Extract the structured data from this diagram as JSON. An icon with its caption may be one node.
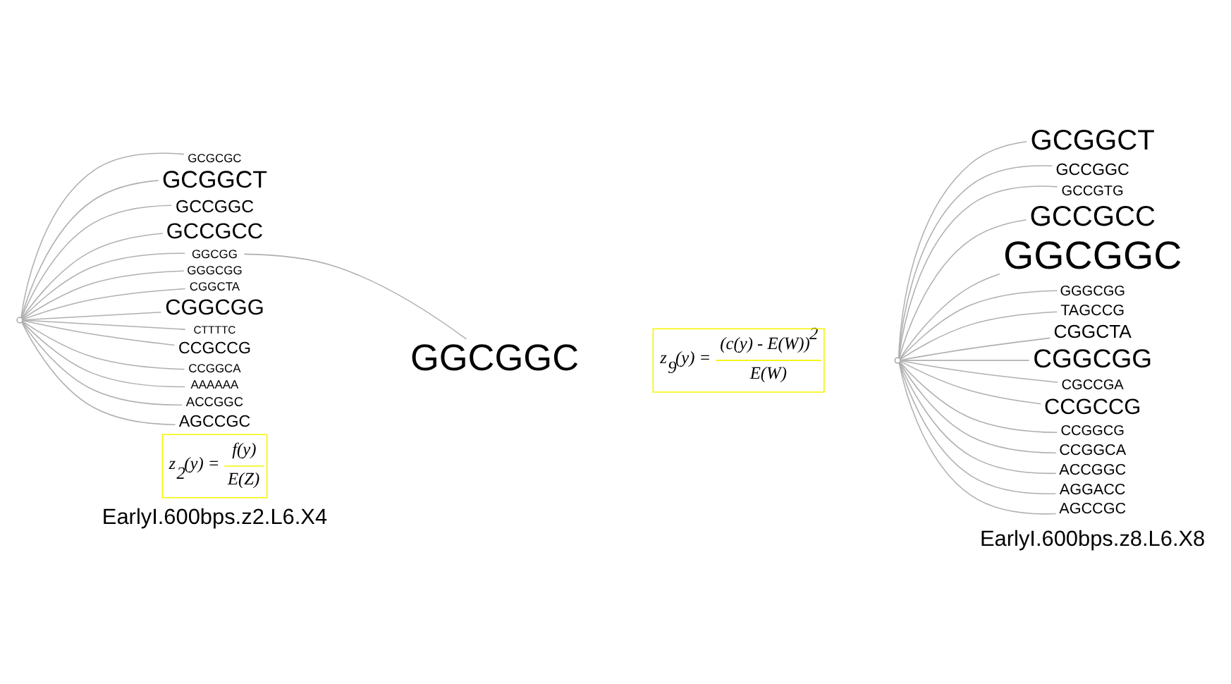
{
  "diagram": {
    "nodes": [
      {
        "text": [],
        "shape": "circle"
      },
      {
        "text": [
          "GCGCGC"
        ]
      },
      {
        "text": [
          "GCGGCT"
        ]
      },
      {
        "text": [
          "GCCGGC"
        ]
      },
      {
        "text": [
          "GCCGCC"
        ]
      },
      {
        "text": [
          "GGCGG"
        ]
      },
      {
        "text": [
          "GGCGGC"
        ]
      },
      {
        "text": [
          "GGGCGG"
        ]
      },
      {
        "text": [
          "CGGCTA"
        ]
      },
      {
        "text": [
          "CGGCGG"
        ]
      },
      {
        "text": [
          "CTTTTC"
        ]
      },
      {
        "text": [
          "CCGCCG"
        ]
      },
      {
        "text": [
          "CCGGCA"
        ]
      },
      {
        "text": [
          "AAAAAA"
        ]
      },
      {
        "text": [
          "ACCGGC"
        ]
      },
      {
        "text": [
          "AGCCGC"
        ]
      },
      {
        "text": [
          "z$_{2}$(y) =",
          "f(y)",
          "E(Z)"
        ]
      },
      {
        "text": [],
        "shape": "circle"
      },
      {
        "text": [
          "GCGGCT"
        ]
      },
      {
        "text": [
          "GCCGGC"
        ]
      },
      {
        "text": [
          "GCCGTG"
        ]
      },
      {
        "text": [
          "GCCGCC"
        ]
      },
      {
        "text": [
          "GGCGGC"
        ]
      },
      {
        "text": [
          "GGGCGG"
        ]
      },
      {
        "text": [
          "TAGCCG"
        ]
      },
      {
        "text": [
          "CGGCTA"
        ]
      },
      {
        "text": [
          "CGGCGG"
        ]
      },
      {
        "text": [
          "CGCCGA"
        ]
      },
      {
        "text": [
          "CCGCCG"
        ]
      },
      {
        "text": [
          "CCGGCG"
        ]
      },
      {
        "text": [
          "CCGGCA"
        ]
      },
      {
        "text": [
          "ACCGGC"
        ]
      },
      {
        "text": [
          "AGGACC"
        ]
      },
      {
        "text": [
          "AGCCGC"
        ]
      },
      {
        "text": [
          "z$_{9}$(y) =",
          "(c(y) - E(W))$^{2}$",
          "E(W)"
        ]
      }
    ],
    "edges": [
      {
        "from": 0,
        "to": 1,
        "arrow": "none"
      },
      {
        "from": 0,
        "to": 2,
        "arrow": "none"
      },
      {
        "from": 0,
        "to": 3,
        "arrow": "none"
      },
      {
        "from": 0,
        "to": 4,
        "arrow": "none"
      },
      {
        "from": 0,
        "to": 5,
        "arrow": "none"
      },
      {
        "from": 5,
        "to": 6,
        "arrow": "none"
      },
      {
        "from": 0,
        "to": 7,
        "arrow": "none"
      },
      {
        "from": 0,
        "to": 8,
        "arrow": "none"
      },
      {
        "from": 0,
        "to": 9,
        "arrow": "none"
      },
      {
        "from": 0,
        "to": 10,
        "arrow": "none"
      },
      {
        "from": 0,
        "to": 11,
        "arrow": "none"
      },
      {
        "from": 0,
        "to": 12,
        "arrow": "none"
      },
      {
        "from": 0,
        "to": 13,
        "arrow": "none"
      },
      {
        "from": 0,
        "to": 14,
        "arrow": "none"
      },
      {
        "from": 0,
        "to": 15,
        "arrow": "none"
      },
      {
        "from": 17,
        "to": 18,
        "arrow": "none"
      },
      {
        "from": 17,
        "to": 19,
        "arrow": "none"
      },
      {
        "from": 17,
        "to": 20,
        "arrow": "none"
      },
      {
        "from": 17,
        "to": 21,
        "arrow": "none"
      },
      {
        "from": 17,
        "to": 22,
        "arrow": "none"
      },
      {
        "from": 17,
        "to": 23,
        "arrow": "none"
      },
      {
        "from": 17,
        "to": 24,
        "arrow": "none"
      },
      {
        "from": 17,
        "to": 25,
        "arrow": "none"
      },
      {
        "from": 17,
        "to": 26,
        "arrow": "none"
      },
      {
        "from": 17,
        "to": 27,
        "arrow": "none"
      },
      {
        "from": 17,
        "to": 28,
        "arrow": "none"
      },
      {
        "from": 17,
        "to": 29,
        "arrow": "none"
      },
      {
        "from": 17,
        "to": 30,
        "arrow": "none"
      },
      {
        "from": 17,
        "to": 31,
        "arrow": "none"
      },
      {
        "from": 17,
        "to": 32,
        "arrow": "none"
      },
      {
        "from": 17,
        "to": 33,
        "arrow": "none"
      }
    ],
    "labels": [
      "EarlyI.600bps.z2.L6.X4",
      "EarlyI.600bps.z8.L6.X8"
    ]
  }
}
